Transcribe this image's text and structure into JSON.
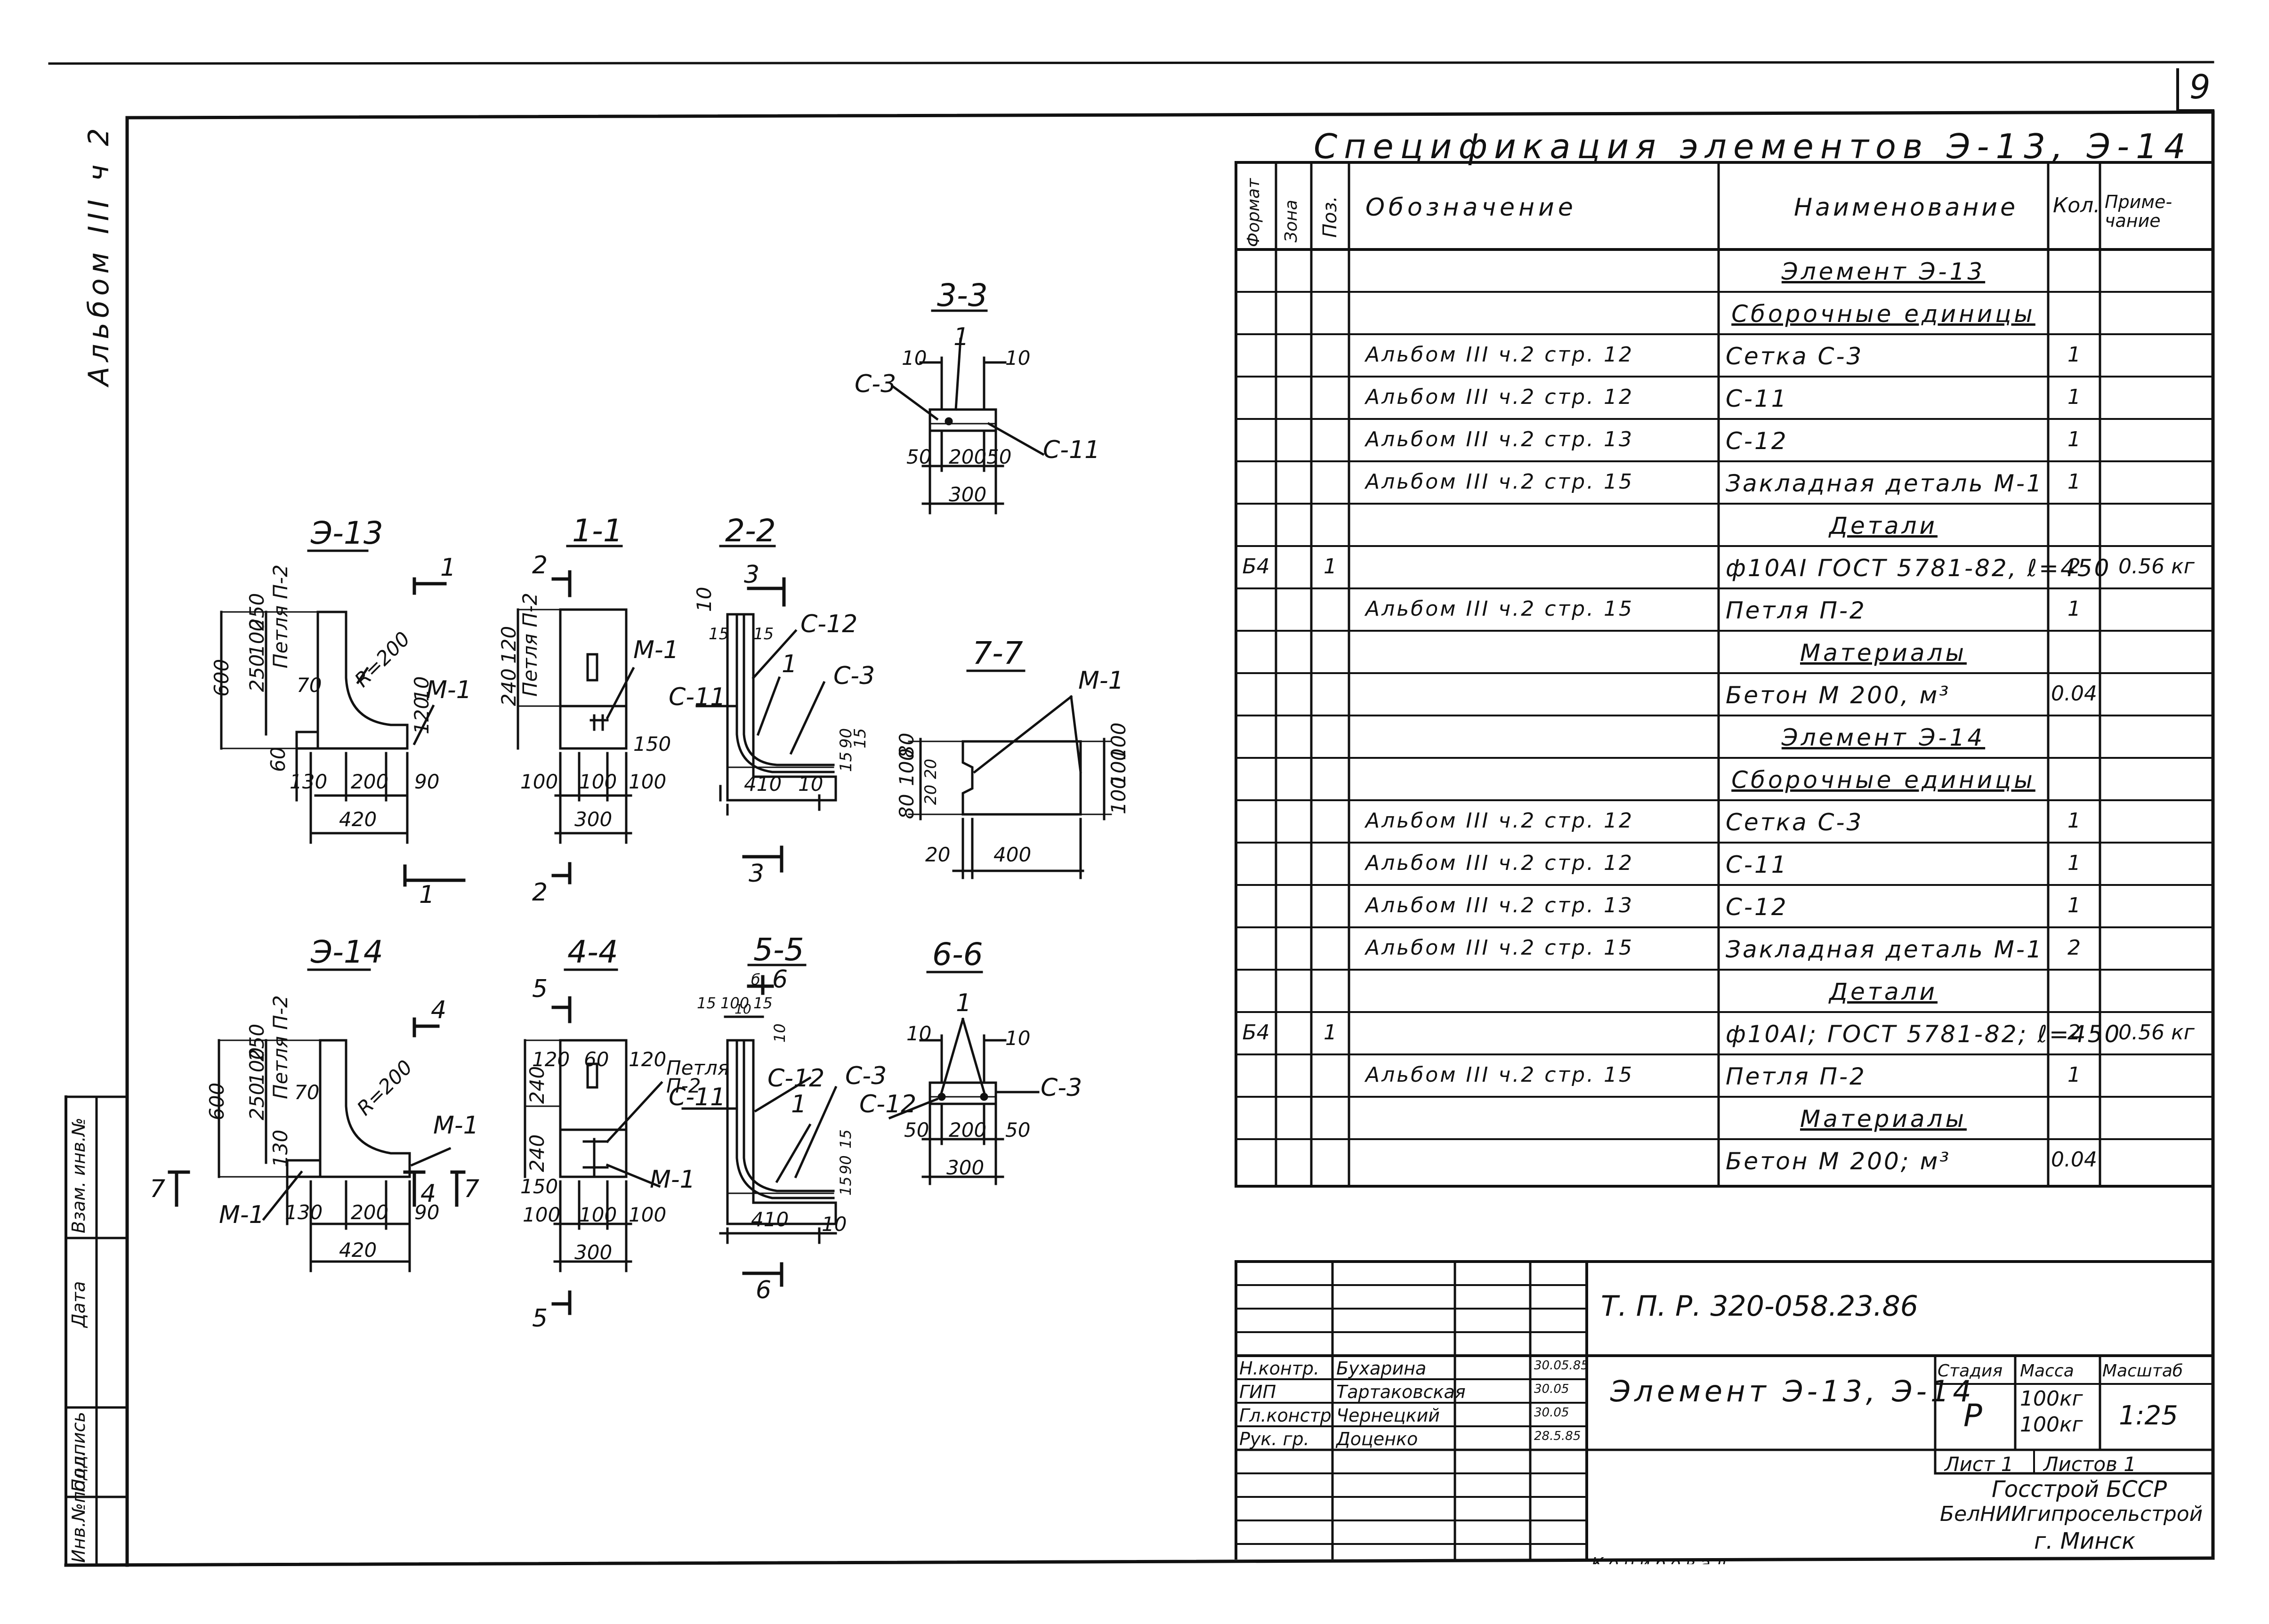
{
  "sheet_number": "9",
  "album_label": "Альбом III ч 2",
  "spec_title": "Спецификация элементов Э-13, Э-14",
  "spec_headers": {
    "format": "Формат",
    "zone": "Зона",
    "pos": "Поз.",
    "designation": "Обозначение",
    "name": "Наименование",
    "qty": "Кол.",
    "note": "Приме- чание"
  },
  "spec_rows": [
    {
      "designation": "",
      "name": "Элемент Э-13",
      "qty": "",
      "note": "",
      "format": "",
      "pos": "",
      "heading": true
    },
    {
      "designation": "",
      "name": "Сборочные единицы",
      "qty": "",
      "note": "",
      "format": "",
      "pos": "",
      "heading": true
    },
    {
      "designation": "Альбом III ч.2 стр. 12",
      "name": "Сетка С-3",
      "qty": "1",
      "note": "",
      "format": "",
      "pos": ""
    },
    {
      "designation": "Альбом III ч.2 стр. 12",
      "name": "С-11",
      "qty": "1",
      "note": "",
      "format": "",
      "pos": ""
    },
    {
      "designation": "Альбом III ч.2 стр. 13",
      "name": "С-12",
      "qty": "1",
      "note": "",
      "format": "",
      "pos": ""
    },
    {
      "designation": "Альбом III ч.2 стр. 15",
      "name": "Закладная деталь М-1",
      "qty": "1",
      "note": "",
      "format": "",
      "pos": ""
    },
    {
      "designation": "",
      "name": "Детали",
      "qty": "",
      "note": "",
      "format": "",
      "pos": "",
      "heading": true
    },
    {
      "designation": "",
      "name": "ф10AI ГОСТ 5781-82, ℓ=450",
      "qty": "2",
      "note": "0.56 кг",
      "format": "Б4",
      "pos": "1"
    },
    {
      "designation": "Альбом III ч.2 стр. 15",
      "name": "Петля П-2",
      "qty": "1",
      "note": "",
      "format": "",
      "pos": ""
    },
    {
      "designation": "",
      "name": "Материалы",
      "qty": "",
      "note": "",
      "format": "",
      "pos": "",
      "heading": true
    },
    {
      "designation": "",
      "name": "Бетон М 200, м³",
      "qty": "0.04",
      "note": "",
      "format": "",
      "pos": ""
    },
    {
      "designation": "",
      "name": "Элемент Э-14",
      "qty": "",
      "note": "",
      "format": "",
      "pos": "",
      "heading": true
    },
    {
      "designation": "",
      "name": "Сборочные единицы",
      "qty": "",
      "note": "",
      "format": "",
      "pos": "",
      "heading": true
    },
    {
      "designation": "Альбом III ч.2 стр. 12",
      "name": "Сетка С-3",
      "qty": "1",
      "note": "",
      "format": "",
      "pos": ""
    },
    {
      "designation": "Альбом III ч.2 стр. 12",
      "name": "С-11",
      "qty": "1",
      "note": "",
      "format": "",
      "pos": ""
    },
    {
      "designation": "Альбом III ч.2 стр. 13",
      "name": "С-12",
      "qty": "1",
      "note": "",
      "format": "",
      "pos": ""
    },
    {
      "designation": "Альбом III ч.2 стр. 15",
      "name": "Закладная деталь М-1",
      "qty": "2",
      "note": "",
      "format": "",
      "pos": ""
    },
    {
      "designation": "",
      "name": "Детали",
      "qty": "",
      "note": "",
      "format": "",
      "pos": "",
      "heading": true
    },
    {
      "designation": "",
      "name": "ф10AI; ГОСТ 5781-82; ℓ=450",
      "qty": "2",
      "note": "0.56 кг",
      "format": "Б4",
      "pos": "1"
    },
    {
      "designation": "Альбом III ч.2 стр. 15",
      "name": "Петля П-2",
      "qty": "1",
      "note": "",
      "format": "",
      "pos": ""
    },
    {
      "designation": "",
      "name": "Материалы",
      "qty": "",
      "note": "",
      "format": "",
      "pos": "",
      "heading": true
    },
    {
      "designation": "",
      "name": "Бетон М 200; м³",
      "qty": "0.04",
      "note": "",
      "format": "",
      "pos": ""
    }
  ],
  "title_block": {
    "doc_code": "Т. П. Р. 320-058.23.86",
    "element_title": "Элемент Э-13, Э-14",
    "stage_label": "Стадия",
    "mass_label": "Масса",
    "scale_label": "Масштаб",
    "stage": "Р",
    "mass1": "100кг",
    "mass2": "100кг",
    "scale": "1:25",
    "sheet_label": "Лист 1",
    "sheets_label": "Листов 1",
    "org1": "Госстрой БССР",
    "org2": "БелНИИгипросельстрой",
    "org3": "г. Минск",
    "signers": [
      {
        "role": "Н.контр.",
        "name": "Бухарина",
        "date": "30.05.85"
      },
      {
        "role": "ГИП",
        "name": "Тартаковская",
        "date": "30.05"
      },
      {
        "role": "Гл.констр",
        "name": "Чернецкий",
        "date": "30.05"
      },
      {
        "role": "Рук. гр.",
        "name": "Доценко",
        "date": "28.5.85"
      }
    ]
  },
  "side_stamp": {
    "inv_podl": "Инв.№подл.",
    "podpis": "Подпись",
    "data": "Дата",
    "vzam": "Взам. инв.№"
  },
  "bottom_cut_text": "Копировал",
  "drawings": {
    "e13": {
      "title": "Э-13",
      "dims": [
        "600",
        "250",
        "100",
        "250",
        "70",
        "60",
        "R=200",
        "120",
        "10",
        "130",
        "200",
        "90",
        "420"
      ],
      "labels": [
        "М-1",
        "Петля П-2"
      ],
      "section_marks": [
        "1",
        "1"
      ]
    },
    "s11": {
      "title": "1-1",
      "dims": [
        "240",
        "120",
        "150",
        "100",
        "100",
        "100",
        "300"
      ],
      "labels": [
        "Петля П-2",
        "М-1"
      ],
      "section_marks": [
        "2",
        "2"
      ]
    },
    "s22": {
      "title": "2-2",
      "dims": [
        "10",
        "15",
        "15",
        "410",
        "10",
        "90",
        "15",
        "15"
      ],
      "labels": [
        "С-12",
        "С-11",
        "С-3",
        "1"
      ],
      "section_marks": [
        "3",
        "3"
      ]
    },
    "s33": {
      "title": "3-3",
      "dims": [
        "10",
        "10",
        "50",
        "200",
        "50",
        "300"
      ],
      "labels": [
        "С-3",
        "С-11",
        "1"
      ]
    },
    "s77": {
      "title": "7-7",
      "dims": [
        "80",
        "100",
        "80",
        "20",
        "20",
        "100",
        "100",
        "100",
        "20",
        "400"
      ],
      "labels": [
        "М-1"
      ]
    },
    "e14": {
      "title": "Э-14",
      "dims": [
        "600",
        "250",
        "100",
        "250",
        "70",
        "130",
        "R=200",
        "130",
        "200",
        "90",
        "420"
      ],
      "labels": [
        "М-1",
        "М-1",
        "Петля П-2"
      ],
      "section_marks": [
        "4",
        "4",
        "7",
        "7"
      ]
    },
    "s44": {
      "title": "4-4",
      "dims": [
        "120",
        "60",
        "120",
        "240",
        "240",
        "150",
        "100",
        "100",
        "100",
        "300"
      ],
      "labels": [
        "Петля П-2",
        "М-1"
      ],
      "section_marks": [
        "5",
        "5"
      ]
    },
    "s55": {
      "title": "5-5",
      "dims": [
        "15",
        "100",
        "15",
        "10",
        "10",
        "90",
        "15",
        "15",
        "410",
        "10"
      ],
      "labels": [
        "С-12",
        "С-11",
        "С-3",
        "1",
        "б"
      ],
      "section_marks": [
        "6",
        "6"
      ]
    },
    "s66": {
      "title": "6-6",
      "dims": [
        "10",
        "10",
        "50",
        "200",
        "50",
        "300"
      ],
      "labels": [
        "С-12",
        "С-3",
        "1"
      ]
    }
  }
}
